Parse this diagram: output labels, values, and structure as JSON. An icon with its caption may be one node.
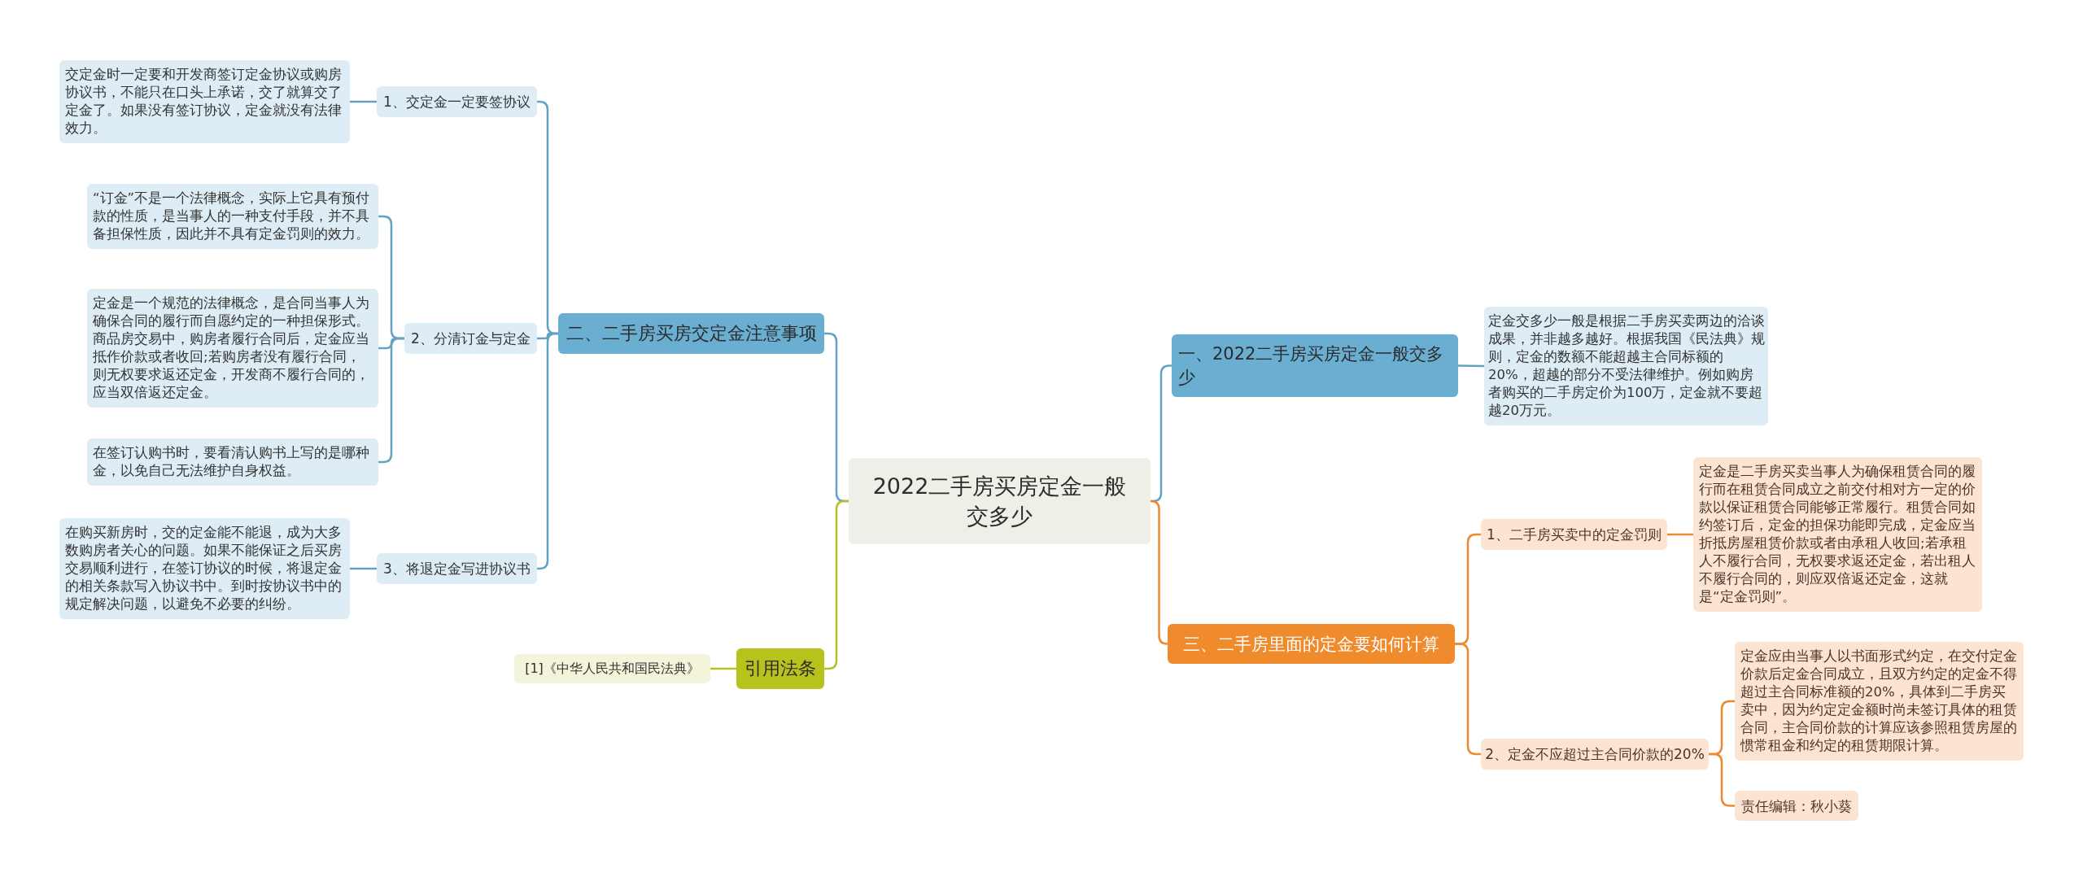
{
  "diagram": {
    "nodes": [
      {
        "text": [
          "2022二手房买房定金一般交多少"
        ]
      },
      {
        "text": [
          "二、二手房买房交定金注意事项"
        ]
      },
      {
        "text": [
          "1、交定金一定要签协议"
        ]
      },
      {
        "text": [
          "交定金时一定要和开发商签订定金协议或购房协议书，不能只在口头上承诺，交了就算交了定金了。如果没有签订协议，定金就没有法律效力。"
        ]
      },
      {
        "text": [
          "2、分清订金与定金"
        ]
      },
      {
        "text": [
          "“订金”不是一个法律概念，实际上它具有预付款的性质，是当事人的一种支付手段，并不具备担保性质，因此并不具有定金罚则的效力。"
        ]
      },
      {
        "text": [
          "定金是一个规范的法律概念，是合同当事人为确保合同的履行而自愿约定的一种担保形式。商品房交易中，购房者履行合同后，定金应当抵作价款或者收回;若购房者没有履行合同，则无权要求返还定金，开发商不履行合同的，应当双倍返还定金。"
        ]
      },
      {
        "text": [
          "在签订认购书时，要看清认购书上写的是哪种金，以免自己无法维护自身权益。"
        ]
      },
      {
        "text": [
          "3、将退定金写进协议书"
        ]
      },
      {
        "text": [
          "在购买新房时，交的定金能不能退，成为大多数购房者关心的问题。如果不能保证之后买房交易顺利进行，在签订协议的时候，将退定金的相关条款写入协议书中。到时按协议书中的规定解决问题，以避免不必要的纠纷。"
        ]
      },
      {
        "text": [
          "引用法条"
        ]
      },
      {
        "text": [
          "[1]《中华人民共和国民法典》"
        ]
      },
      {
        "text": [
          "一、2022二手房买房定金一般交多少"
        ]
      },
      {
        "text": [
          "定金交多少一般是根据二手房买卖两边的洽谈成果，并非越多越好。根据我国《民法典》规则，定金的数额不能超越主合同标额的20%，超越的部分不受法律维护。例如购房者购买的二手房定价为100万，定金就不要超越20万元。"
        ]
      },
      {
        "text": [
          "三、二手房里面的定金要如何计算"
        ]
      },
      {
        "text": [
          "1、二手房买卖中的定金罚则"
        ]
      },
      {
        "text": [
          "定金是二手房买卖当事人为确保租赁合同的履行而在租赁合同成立之前交付相对方一定的价款以保证租赁合同能够正常履行。租赁合同如约签订后，定金的担保功能即完成，定金应当折抵房屋租赁价款或者由承租人收回;若承租人不履行合同，无权要求返还定金，若出租人不履行合同的，则应双倍返还定金，这就是“定金罚则”。"
        ]
      },
      {
        "text": [
          "2、定金不应超过主合同价款的20%"
        ]
      },
      {
        "text": [
          "定金应由当事人以书面形式约定，在交付定金价款后定金合同成立，且双方约定的定金不得超过主合同标准额的20%，具体到二手房买卖中，因为约定定金额时尚未签订具体的租赁合同，主合同价款的计算应该参照租赁房屋的惯常租金和约定的租赁期限计算。"
        ]
      },
      {
        "text": [
          "责任编辑：秋小葵"
        ]
      }
    ],
    "edges": [
      {
        "from": 0,
        "to": 1,
        "arrow": "none"
      },
      {
        "from": 1,
        "to": 2,
        "arrow": "none"
      },
      {
        "from": 2,
        "to": 3,
        "arrow": "none"
      },
      {
        "from": 1,
        "to": 4,
        "arrow": "none"
      },
      {
        "from": 4,
        "to": 5,
        "arrow": "none"
      },
      {
        "from": 4,
        "to": 6,
        "arrow": "none"
      },
      {
        "from": 4,
        "to": 7,
        "arrow": "none"
      },
      {
        "from": 1,
        "to": 8,
        "arrow": "none"
      },
      {
        "from": 8,
        "to": 9,
        "arrow": "none"
      },
      {
        "from": 0,
        "to": 10,
        "arrow": "none",
        "color": "#b5c022"
      },
      {
        "from": 10,
        "to": 11,
        "arrow": "none",
        "color": "#b5c022"
      },
      {
        "from": 0,
        "to": 12,
        "arrow": "none"
      },
      {
        "from": 12,
        "to": 13,
        "arrow": "none"
      },
      {
        "from": 0,
        "to": 14,
        "arrow": "none",
        "color": "#ec8a30"
      },
      {
        "from": 14,
        "to": 15,
        "arrow": "none",
        "color": "#ec8a30"
      },
      {
        "from": 15,
        "to": 16,
        "arrow": "none",
        "color": "#ec8a30"
      },
      {
        "from": 14,
        "to": 17,
        "arrow": "none",
        "color": "#ec8a30"
      },
      {
        "from": 17,
        "to": 18,
        "arrow": "none",
        "color": "#ec8a30"
      },
      {
        "from": 17,
        "to": 19,
        "arrow": "none",
        "color": "#ec8a30"
      }
    ]
  }
}
